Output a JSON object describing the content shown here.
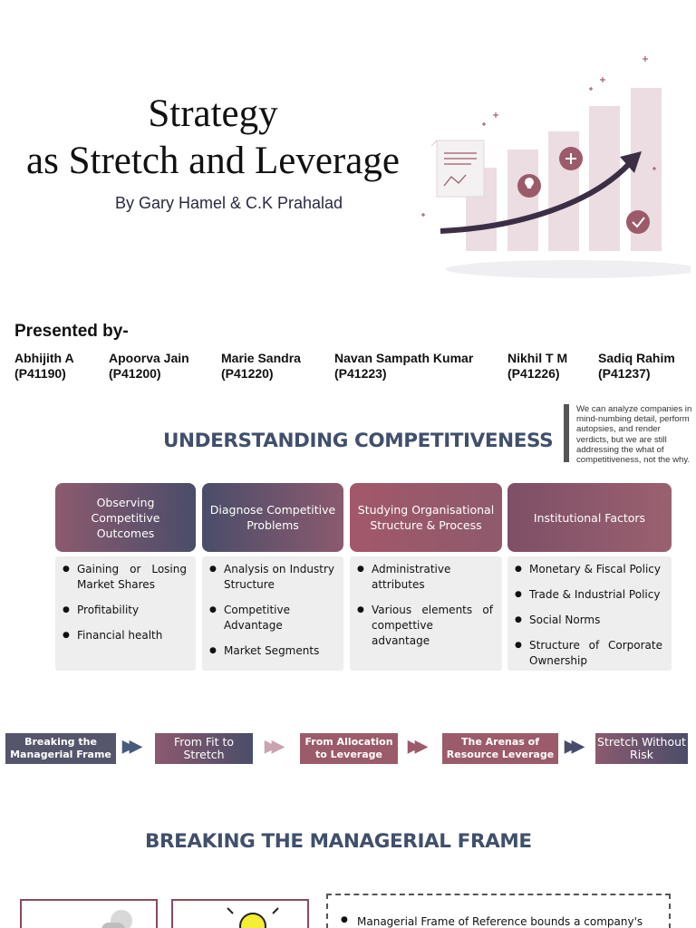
{
  "title": {
    "line1": "Strategy",
    "line2": "as Stretch and Leverage",
    "byline": "By Gary Hamel & C.K Prahalad"
  },
  "presented_label": "Presented by-",
  "presenters": [
    {
      "name": "Abhijith A",
      "id": "(P41190)"
    },
    {
      "name": "Apoorva Jain",
      "id": "(P41200)"
    },
    {
      "name": "Marie Sandra",
      "id": "(P41220)"
    },
    {
      "name": "Navan Sampath Kumar",
      "id": "(P41223)"
    },
    {
      "name": "Nikhil T M",
      "id": "(P41226)"
    },
    {
      "name": "Sadiq Rahim",
      "id": "(P41237)"
    }
  ],
  "understanding": {
    "heading": "UNDERSTANDING COMPETITIVENESS",
    "quote": "We can analyze companies in mind-numbing detail, perform autopsies, and render verdicts, but we are still addressing the what of competitiveness, not the why.",
    "columns": [
      {
        "header": "Observing Competitive Outcomes",
        "items": [
          "Gaining or Losing Market Shares",
          "Profitability",
          "Financial health"
        ]
      },
      {
        "header": "Diagnose Competitive Problems",
        "items": [
          "Analysis on Industry Structure",
          "Competitive Advantage",
          "Market Segments"
        ]
      },
      {
        "header": "Studying Organisational Structure & Process",
        "items": [
          "Administrative attributes",
          "Various elements of compettive advantage"
        ]
      },
      {
        "header": "Institutional Factors",
        "items": [
          "Monetary & Fiscal Policy",
          "Trade & Industrial Policy",
          "Social Norms",
          "Structure of Corporate Ownership"
        ]
      }
    ]
  },
  "process_steps": [
    "Breaking the Managerial Frame",
    "From Fit to Stretch",
    "From Allocation to Leverage",
    "The Arenas of Resource Leverage",
    "Stretch Without Risk"
  ],
  "breaking": {
    "heading": "BREAKING THE MANAGERIAL FRAME",
    "bullet": "Managerial Frame of Reference bounds a company's"
  },
  "colors": {
    "navy": "#40506c",
    "plum": "#8c5a6e",
    "rose": "#9c5b6a",
    "step_dark": "#55566c",
    "bar": "#eddfe3"
  }
}
